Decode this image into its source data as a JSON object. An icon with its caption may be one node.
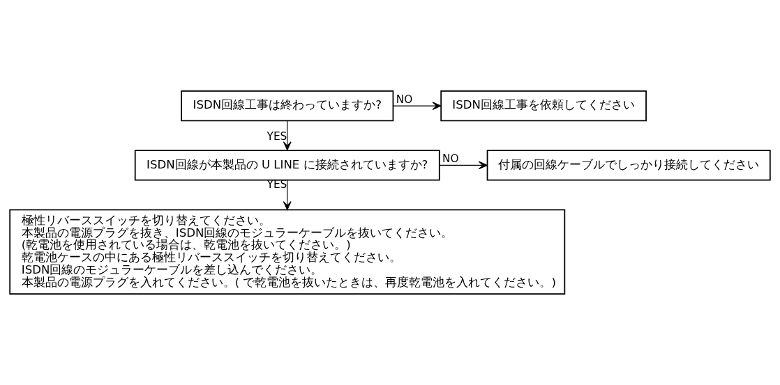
{
  "diagram": {
    "nodes": [
      {
        "text": [
          "ISDN回線工事は終わっていますか?"
        ]
      },
      {
        "text": [
          "ISDN回線工事を依頼してください"
        ]
      },
      {
        "text": [
          "ISDN回線が本製品の U LINE に接続されていますか?"
        ]
      },
      {
        "text": [
          "付属の回線ケーブルでしっかり接続してください"
        ]
      },
      {
        "text": [
          "極性リバーススイッチを切り替えてください。",
          "本製品の電源プラグを抜き、ISDN回線のモジュラーケーブルを抜いてください。",
          "(乾電池を使用されている場合は、乾電池を抜いてください。)",
          "乾電池ケースの中にある極性リバーススイッチを切り替えてください。",
          "ISDN回線のモジュラーケーブルを差し込んでください。",
          "本製品の電源プラグを入れてください。( で乾電池を抜いたときは、再度乾電池を入れてください。)"
        ]
      }
    ],
    "edges": [
      {
        "from": 0,
        "to": 1,
        "arrow": "to",
        "label": "NO"
      },
      {
        "from": 0,
        "to": 2,
        "arrow": "to",
        "label": "YES"
      },
      {
        "from": 2,
        "to": 3,
        "arrow": "to",
        "label": "NO"
      },
      {
        "from": 2,
        "to": 4,
        "arrow": "to",
        "label": "YES"
      }
    ]
  }
}
